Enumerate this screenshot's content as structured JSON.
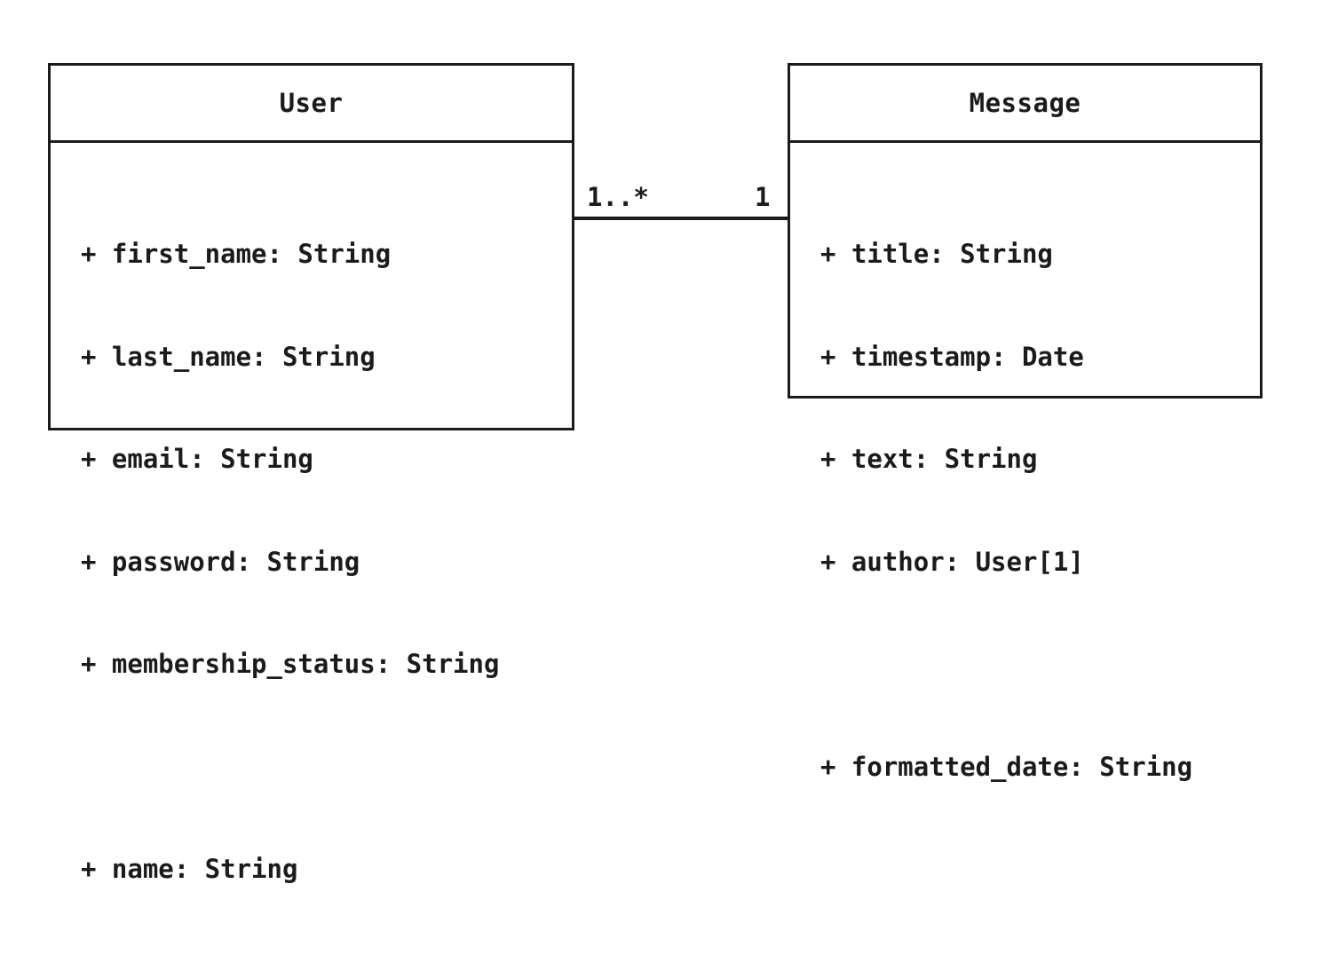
{
  "classes": {
    "user": {
      "name": "User",
      "attributes": [
        "+ first_name: String",
        "+ last_name: String",
        "+ email: String",
        "+ password: String",
        "+ membership_status: String"
      ],
      "methods": [
        "+ name: String"
      ]
    },
    "message": {
      "name": "Message",
      "attributes": [
        "+ title: String",
        "+ timestamp: Date",
        "+ text: String",
        "+ author: User[1]"
      ],
      "methods": [
        "+ formatted_date: String"
      ]
    }
  },
  "association": {
    "user_end_multiplicity": "1..*",
    "message_end_multiplicity": "1"
  }
}
